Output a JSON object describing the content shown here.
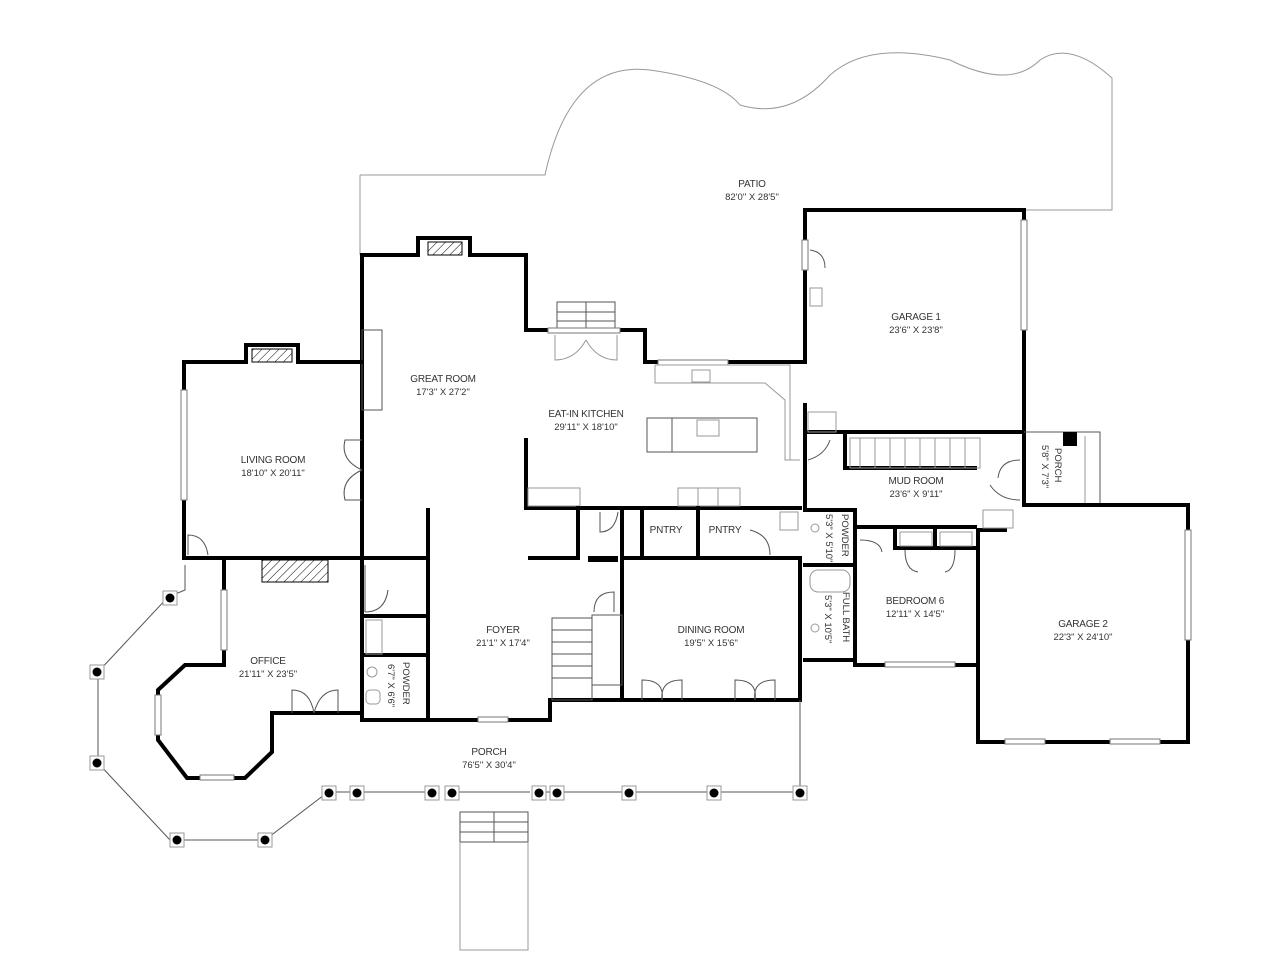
{
  "floorplan": {
    "rooms": [
      {
        "id": "patio",
        "name": "PATIO",
        "dims": "82'0\" X 28'5\""
      },
      {
        "id": "garage1",
        "name": "GARAGE 1",
        "dims": "23'6\" X 23'8\""
      },
      {
        "id": "great-room",
        "name": "GREAT ROOM",
        "dims": "17'3\" X 27'2\""
      },
      {
        "id": "eat-in-kitchen",
        "name": "EAT-IN KITCHEN",
        "dims": "29'11\" X 18'10\""
      },
      {
        "id": "living-room",
        "name": "LIVING ROOM",
        "dims": "18'10\" X 20'11\""
      },
      {
        "id": "porch-side",
        "name": "PORCH",
        "dims": "5'8\" X 7'3\""
      },
      {
        "id": "mud-room",
        "name": "MUD ROOM",
        "dims": "23'6\" X 9'11\""
      },
      {
        "id": "pantry1",
        "name": "PNTRY",
        "dims": ""
      },
      {
        "id": "pantry2",
        "name": "PNTRY",
        "dims": ""
      },
      {
        "id": "powder-east",
        "name": "POWDER",
        "dims": "5'3\" X 5'10\""
      },
      {
        "id": "full-bath",
        "name": "FULL BATH",
        "dims": "5'3\" X 10'5\""
      },
      {
        "id": "bedroom6",
        "name": "BEDROOM 6",
        "dims": "12'11\" X 14'5\""
      },
      {
        "id": "garage2",
        "name": "GARAGE 2",
        "dims": "22'3\" X 24'10\""
      },
      {
        "id": "foyer",
        "name": "FOYER",
        "dims": "21'1\" X 17'4\""
      },
      {
        "id": "dining-room",
        "name": "DINING ROOM",
        "dims": "19'5\" X 15'6\""
      },
      {
        "id": "office",
        "name": "OFFICE",
        "dims": "21'11\" X 23'5\""
      },
      {
        "id": "powder-west",
        "name": "POWDER",
        "dims": "6'7\" X 6'6\""
      },
      {
        "id": "porch-front",
        "name": "PORCH",
        "dims": "76'5\" X 30'4\""
      }
    ],
    "colors": {
      "wall": "#000000",
      "text": "#333333",
      "fixture": "#999999",
      "background": "#ffffff"
    }
  }
}
